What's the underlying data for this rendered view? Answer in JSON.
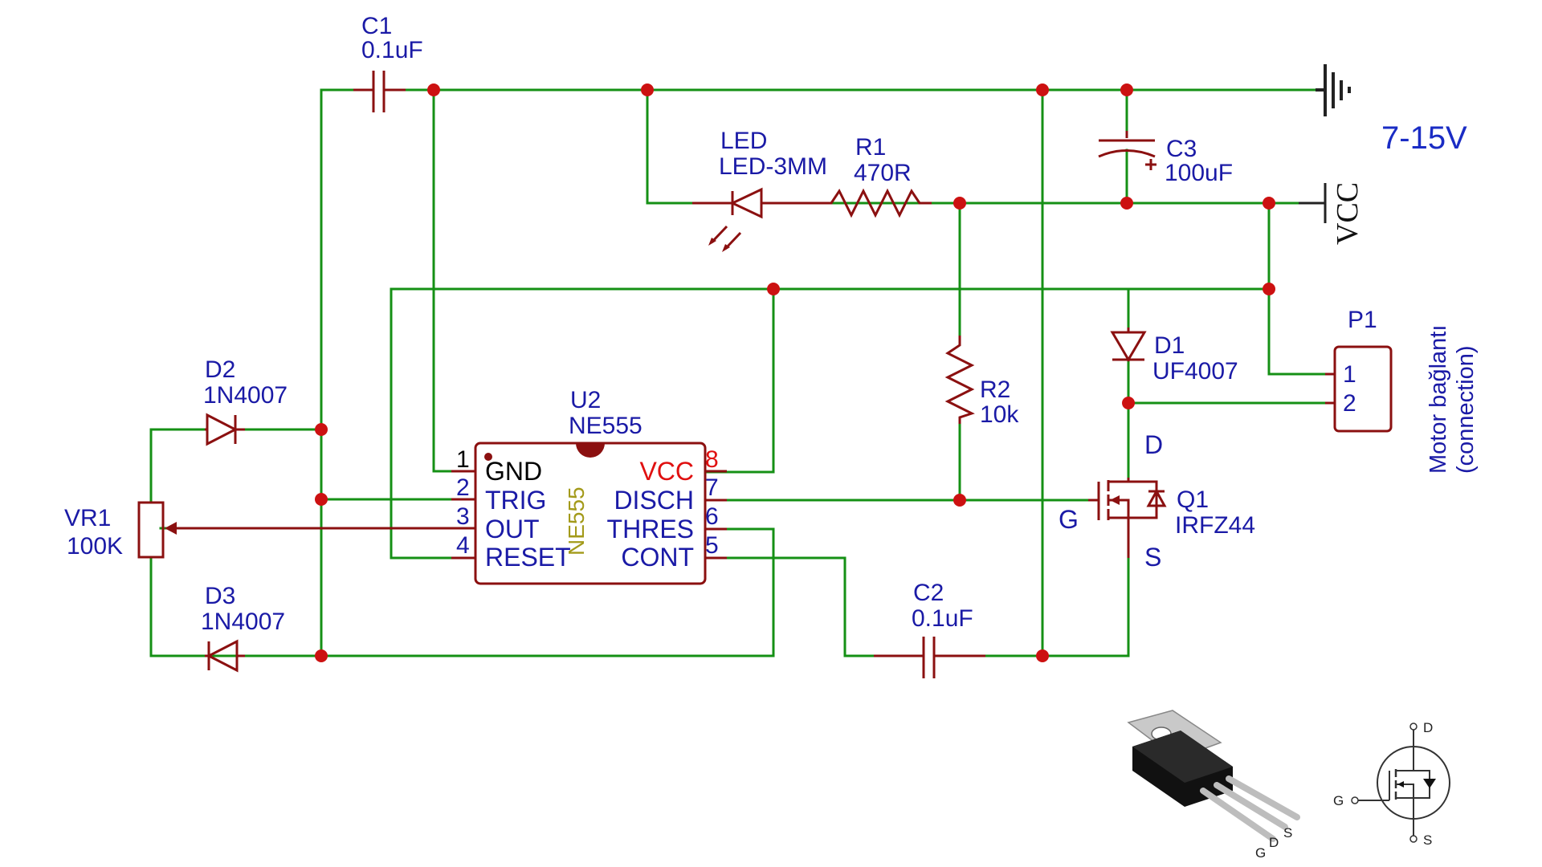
{
  "components": {
    "c1": {
      "ref": "C1",
      "value": "0.1uF"
    },
    "c2": {
      "ref": "C2",
      "value": "0.1uF"
    },
    "c3": {
      "ref": "C3",
      "value": "100uF"
    },
    "led": {
      "ref": "LED",
      "value": "LED-3MM"
    },
    "r1": {
      "ref": "R1",
      "value": "470R"
    },
    "r2": {
      "ref": "R2",
      "value": "10k"
    },
    "d1": {
      "ref": "D1",
      "value": "UF4007"
    },
    "d2": {
      "ref": "D2",
      "value": "1N4007"
    },
    "d3": {
      "ref": "D3",
      "value": "1N4007"
    },
    "vr1": {
      "ref": "VR1",
      "value": "100K"
    },
    "u2": {
      "ref": "U2",
      "value": "NE555",
      "body_text": "NE555"
    },
    "q1": {
      "ref": "Q1",
      "value": "IRFZ44",
      "pin_d": "D",
      "pin_g": "G",
      "pin_s": "S"
    },
    "p1": {
      "ref": "P1",
      "pin1": "1",
      "pin2": "2",
      "caption_line1": "Motor bağlantı",
      "caption_line2": "(connection)"
    }
  },
  "ic_pins": {
    "p1": {
      "num": "1",
      "name": "GND"
    },
    "p2": {
      "num": "2",
      "name": "TRIG"
    },
    "p3": {
      "num": "3",
      "name": "OUT"
    },
    "p4": {
      "num": "4",
      "name": "RESET"
    },
    "p5": {
      "num": "5",
      "name": "CONT"
    },
    "p6": {
      "num": "6",
      "name": "THRES"
    },
    "p7": {
      "num": "7",
      "name": "DISCH"
    },
    "p8": {
      "num": "8",
      "name": "VCC"
    }
  },
  "power": {
    "vcc_label": "VCC",
    "supply_range": "7-15V"
  },
  "mosfet_reference": {
    "package_pins": {
      "g": "G",
      "d": "D",
      "s": "S"
    },
    "symbol_pins": {
      "d": "D",
      "g": "G",
      "s": "S"
    }
  },
  "colors": {
    "wire": "#159015",
    "component": "#8b1010",
    "junction": "#cc1111",
    "label": "#1a1aa6",
    "vcc_pin": "#e01010"
  }
}
